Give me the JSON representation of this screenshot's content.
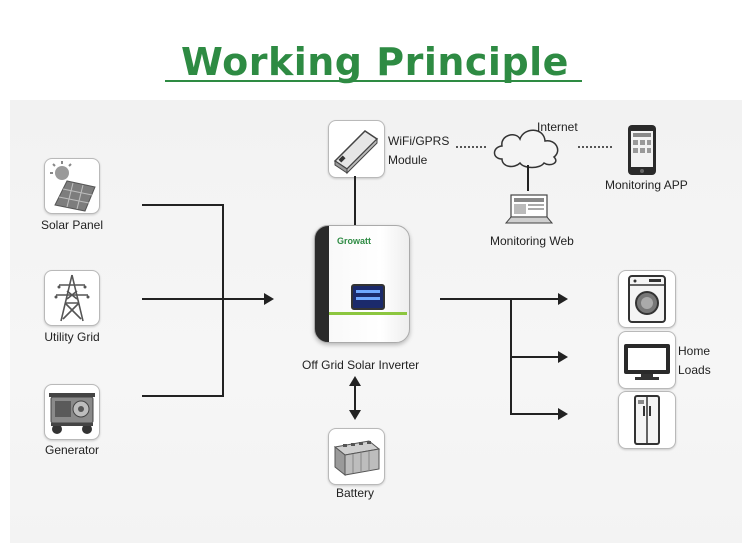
{
  "title": "Working Principle",
  "brand_logo_text": "Growatt",
  "colors": {
    "title_green": "#2e8b43",
    "line_black": "#222222",
    "accent_green": "#8cc63f"
  },
  "sources": [
    {
      "label": "Solar Panel",
      "icon": "solar-panel-icon"
    },
    {
      "label": "Utility Grid",
      "icon": "utility-tower-icon"
    },
    {
      "label": "Generator",
      "icon": "generator-icon"
    }
  ],
  "inverter": {
    "label": "Off Grid Solar Inverter",
    "icon": "inverter-icon"
  },
  "battery": {
    "label": "Battery",
    "icon": "battery-icon"
  },
  "wifi": {
    "label_line1": "WiFi/GPRS",
    "label_line2": "Module",
    "icon": "wifi-module-icon"
  },
  "internet": {
    "label": "Internet",
    "icon": "cloud-icon"
  },
  "monitoring_app": {
    "label": "Monitoring APP",
    "icon": "smartphone-icon"
  },
  "monitoring_web": {
    "label": "Monitoring Web",
    "icon": "laptop-icon"
  },
  "home_loads": {
    "label_line1": "Home",
    "label_line2": "Loads",
    "items": [
      {
        "icon": "washing-machine-icon"
      },
      {
        "icon": "television-icon"
      },
      {
        "icon": "refrigerator-icon"
      }
    ]
  }
}
